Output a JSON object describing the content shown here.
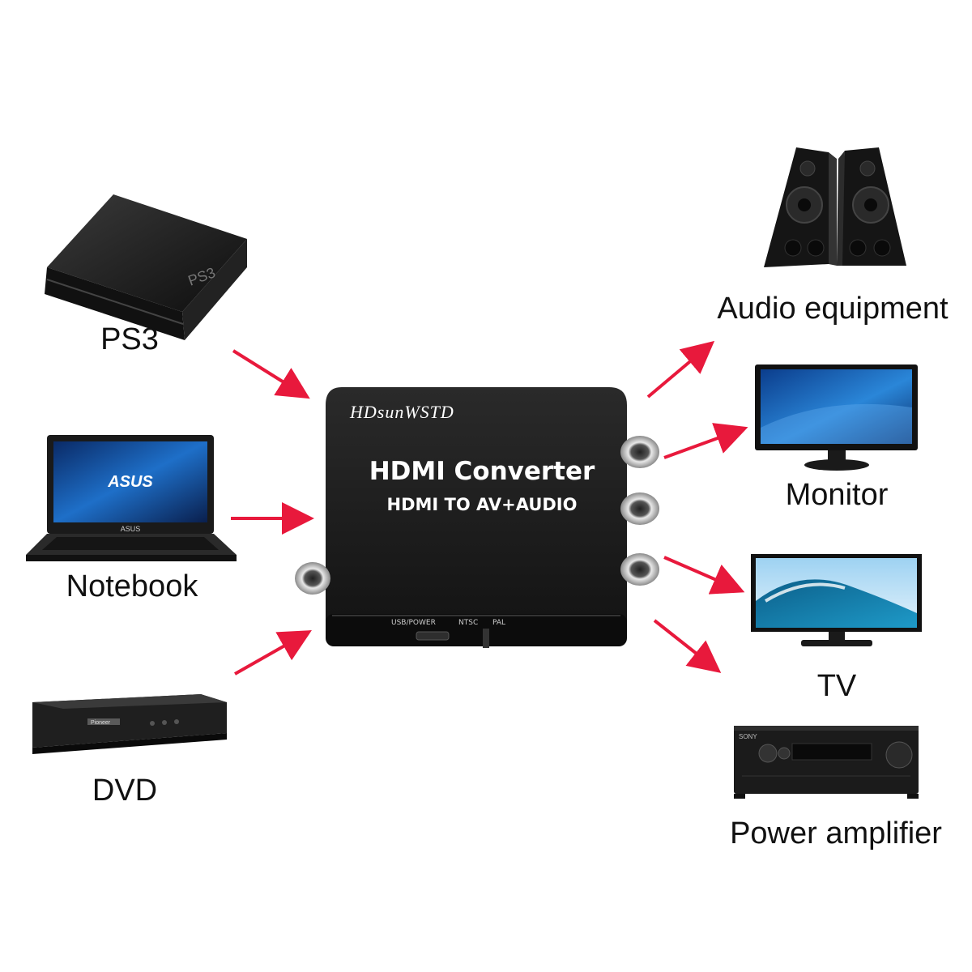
{
  "inputs": [
    {
      "label": "PS3",
      "device_text": "PS3"
    },
    {
      "label": "Notebook",
      "device_text": "ASUS"
    },
    {
      "label": "DVD",
      "device_text": "Pioneer"
    }
  ],
  "outputs": [
    {
      "label": "Audio equipment"
    },
    {
      "label": "Monitor"
    },
    {
      "label": "TV"
    },
    {
      "label": "Power amplifier",
      "device_text": "SONY"
    }
  ],
  "converter": {
    "brand": "HDsunWSTD",
    "title": "HDMI Converter",
    "subtitle": "HDMI TO AV+AUDIO",
    "port_label": "USB/POWER",
    "switch_ntsc": "NTSC",
    "switch_pal": "PAL"
  },
  "colors": {
    "arrow": "#e8193c",
    "device_body": "#1c1c1c",
    "screen_blue": "#1e6fc8"
  }
}
